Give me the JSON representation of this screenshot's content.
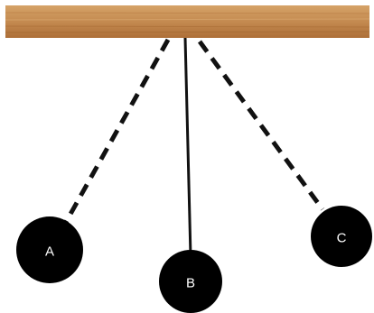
{
  "colors": {
    "wood_light": "#d29a5e",
    "wood_mid": "#c0834a",
    "wood_dark": "#a96b34",
    "string": "#111111",
    "bob": "#000000",
    "label": "#ffffff"
  },
  "pendulum": {
    "bobs": [
      {
        "id": "A",
        "label": "A",
        "string_style": "dashed"
      },
      {
        "id": "B",
        "label": "B",
        "string_style": "solid"
      },
      {
        "id": "C",
        "label": "C",
        "string_style": "dashed"
      }
    ]
  }
}
